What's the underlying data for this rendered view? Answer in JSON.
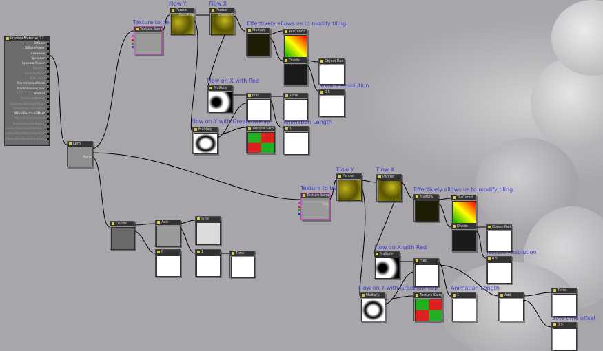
{
  "material": {
    "title": "PreviewMaterial_12",
    "inputs": [
      {
        "label": "Diffuse",
        "active": true
      },
      {
        "label": "DiffusePower",
        "active": true
      },
      {
        "label": "Emissive",
        "active": true
      },
      {
        "label": "Specular",
        "active": true
      },
      {
        "label": "SpecularPower",
        "active": true
      },
      {
        "label": "Opacity",
        "active": false
      },
      {
        "label": "OpacityMask",
        "active": false
      },
      {
        "label": "Distortion",
        "active": false
      },
      {
        "label": "TransmissionMask",
        "active": true
      },
      {
        "label": "TransmissionColor",
        "active": true
      },
      {
        "label": "Normal",
        "active": true
      },
      {
        "label": "CustomLighting",
        "active": false
      },
      {
        "label": "CustomLightingDiffuse",
        "active": false
      },
      {
        "label": "AnisotropicDirection",
        "active": false
      },
      {
        "label": "WorldPositionOffset",
        "active": true
      },
      {
        "label": "WorldDisplacement",
        "active": false
      },
      {
        "label": "TessellationMultiplier",
        "active": false
      },
      {
        "label": "SubsurfaceInscatteringColor",
        "active": false
      },
      {
        "label": "SubsurfaceAbsorptionColor",
        "active": false
      },
      {
        "label": "SubsurfaceScatteringRadius",
        "active": false
      }
    ]
  },
  "nodes": {
    "lerp": {
      "title": "Lerp",
      "label_alpha": "Alpha"
    },
    "tex_top": {
      "title": "Texture Sample",
      "pins": "UVs"
    },
    "panner_y_top": {
      "title": "Panner",
      "label": "Coordinate",
      "sub": "Time"
    },
    "panner_x_top": {
      "title": "Panner",
      "label": "Coordinate",
      "sub": "Time"
    },
    "mult_top": {
      "title": "Multiply"
    },
    "texcoord_top": {
      "title": "TexCoord"
    },
    "divide_top": {
      "title": "Divide"
    },
    "objradius_top": {
      "title": "Object Radius"
    },
    "const_top": {
      "title": "0.5"
    },
    "multx_top": {
      "title": "Multiply"
    },
    "frac_top": {
      "title": "Frac"
    },
    "time_top": {
      "title": "Time"
    },
    "multy_top": {
      "title": "Multiply"
    },
    "flowtex_top": {
      "title": "Texture Sample"
    },
    "c1_top": {
      "title": "1"
    },
    "divide_mid": {
      "title": "Divide"
    },
    "add_mid": {
      "title": "Add"
    },
    "sine_mid": {
      "title": "Sine"
    },
    "c0_mid": {
      "title": "0"
    },
    "c1_mid": {
      "title": "1"
    },
    "time_mid": {
      "title": "Time"
    },
    "tex_bot": {
      "title": "Texture Sample",
      "pins": "UVs"
    },
    "panner_y_bot": {
      "title": "Panner"
    },
    "panner_x_bot": {
      "title": "Panner"
    },
    "mult_bot": {
      "title": "Multiply"
    },
    "texcoord_bot": {
      "title": "TexCoord"
    },
    "divide_bot": {
      "title": "Divide"
    },
    "objradius_bot": {
      "title": "Object Radius"
    },
    "const_bot": {
      "title": "0.5"
    },
    "multx_bot": {
      "title": "Multiply"
    },
    "frac_bot": {
      "title": "Frac"
    },
    "multy_bot": {
      "title": "Multiply"
    },
    "flowtex_bot": {
      "title": "Texture Sample"
    },
    "c1_bot": {
      "title": "1"
    },
    "add_bot": {
      "title": "Add"
    },
    "time_bot": {
      "title": "Time"
    },
    "c05_bot": {
      "title": "0.5"
    }
  },
  "comments": {
    "flow_y_top": "Flow Y",
    "flow_x_top": "Flow X",
    "tex_tiled_top": "Texture to be Tiled",
    "tiling_top": "Effectively allows us to modify tiling.",
    "flow_on_x_top": "Flow on X with Red",
    "tex_res_top": "Texture Resolution",
    "flow_on_y_top": "Flow on Y with Green",
    "flowmap_top": "FlowMap",
    "anim_len_top": "Animation Length",
    "flow_y_bot": "Flow Y",
    "flow_x_bot": "Flow X",
    "tex_tiled_bot": "Texture to be Tiled",
    "tiling_bot": "Effectively allows us to modify tiling.",
    "flow_on_x_bot": "Flow on X with Red",
    "tex_res_bot": "Texture Resolution",
    "flow_on_y_bot": "Flow on Y with Green",
    "flowmap_bot": "FlowMap",
    "anim_len_bot": "Animation Length",
    "time_offset_bot": "50% time offset"
  },
  "colors": {
    "background": "#a8a6aa",
    "comment": "#3b3bd0",
    "wire": "#000000",
    "texture_border": "#c040c0"
  }
}
